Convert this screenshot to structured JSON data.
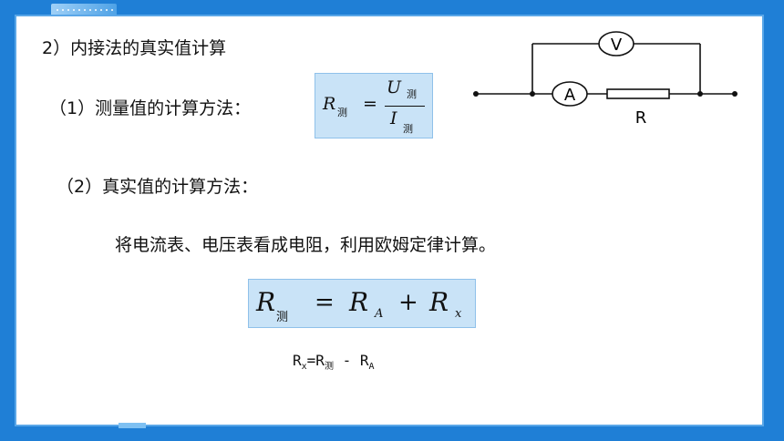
{
  "heading": "2）内接法的真实值计算",
  "step1": {
    "label": "（1）测量值的计算方法："
  },
  "formula1": {
    "lhs_symbol": "R",
    "lhs_sub": "测",
    "equals": "=",
    "num_symbol": "U",
    "num_sub": "测",
    "den_symbol": "I",
    "den_sub": "测"
  },
  "step2": {
    "label": "（2）真实值的计算方法："
  },
  "description": "将电流表、电压表看成电阻，利用欧姆定律计算。",
  "formula2": {
    "r": "R",
    "r_sub": "测",
    "equals": "=",
    "ra": "R",
    "ra_sub": "A",
    "plus": "+",
    "rx": "R",
    "rx_sub": "x"
  },
  "formula3": {
    "r1": "R",
    "sub1": "x",
    "eq": "=R",
    "sub2": "测",
    "minus": " - R",
    "sub3": "A"
  },
  "circuit": {
    "voltmeter": "V",
    "ammeter": "A",
    "resistor": "R"
  },
  "colors": {
    "frame": "#1f7fd6",
    "formula_box": "#c9e3f7"
  }
}
